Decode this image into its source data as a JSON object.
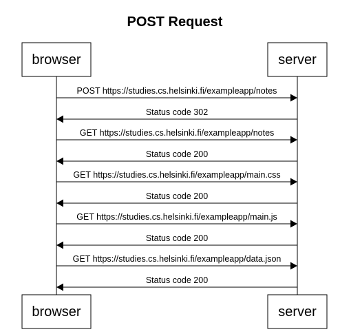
{
  "diagram": {
    "title": "POST Request",
    "participants": [
      {
        "id": "browser",
        "label": "browser"
      },
      {
        "id": "server",
        "label": "server"
      }
    ],
    "messages": [
      {
        "from": "browser",
        "to": "server",
        "label": "POST https://studies.cs.helsinki.fi/exampleapp/notes"
      },
      {
        "from": "server",
        "to": "browser",
        "label": "Status code 302"
      },
      {
        "from": "browser",
        "to": "server",
        "label": "GET https://studies.cs.helsinki.fi/exampleapp/notes"
      },
      {
        "from": "server",
        "to": "browser",
        "label": "Status code 200"
      },
      {
        "from": "browser",
        "to": "server",
        "label": "GET https://studies.cs.helsinki.fi/exampleapp/main.css"
      },
      {
        "from": "server",
        "to": "browser",
        "label": "Status code 200"
      },
      {
        "from": "browser",
        "to": "server",
        "label": "GET https://studies.cs.helsinki.fi/exampleapp/main.js"
      },
      {
        "from": "server",
        "to": "browser",
        "label": "Status code 200"
      },
      {
        "from": "browser",
        "to": "server",
        "label": "GET https://studies.cs.helsinki.fi/exampleapp/data.json"
      },
      {
        "from": "server",
        "to": "browser",
        "label": "Status code 200"
      }
    ]
  }
}
